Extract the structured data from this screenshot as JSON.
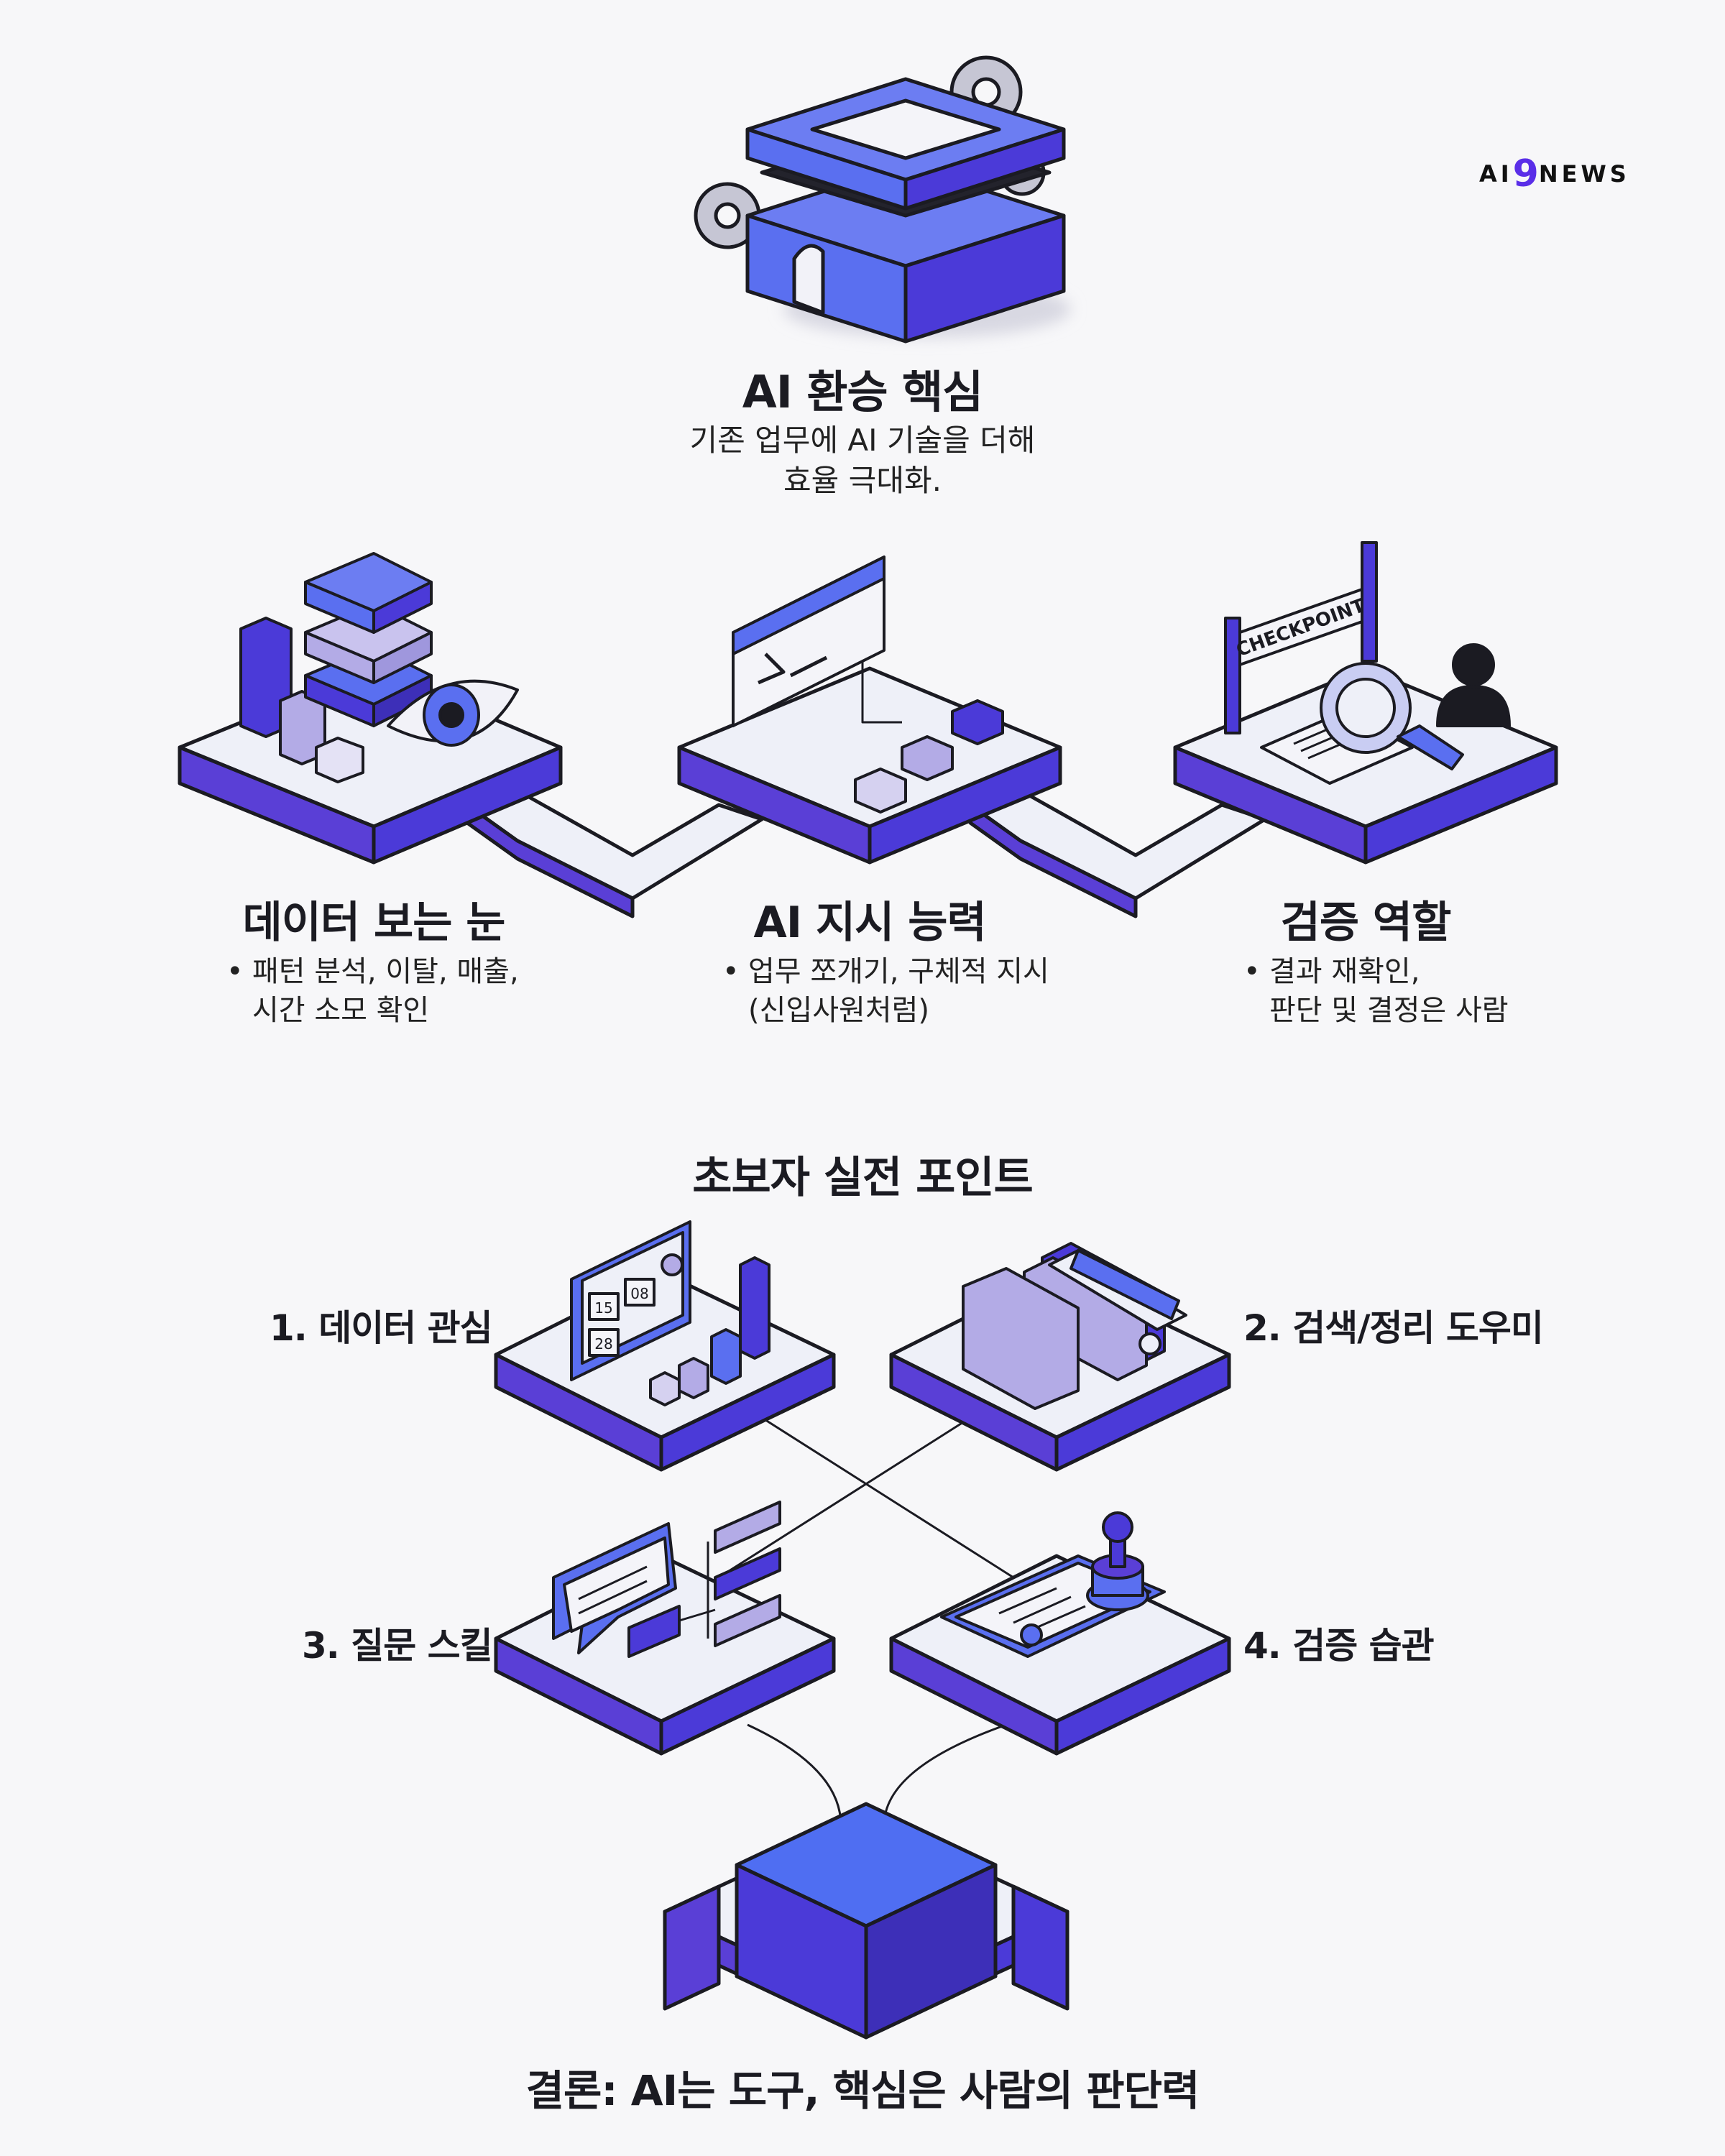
{
  "logo": {
    "a": "AI",
    "nine": "9",
    "b": "NEWS"
  },
  "hero": {
    "title": "AI 환승 핵심",
    "desc_line1": "기존 업무에 AI 기술을 더해",
    "desc_line2": "효율 극대화."
  },
  "checkpoint_sign": "CHECKPOINT",
  "pillars": [
    {
      "title": "데이터 보는 눈",
      "line1": "패턴 분석, 이탈, 매출,",
      "line2": "시간 소모 확인"
    },
    {
      "title": "AI 지시 능력",
      "line1": "업무 쪼개기, 구체적 지시",
      "line2": "(신입사원처럼)"
    },
    {
      "title": "검증 역할",
      "line1": "결과 재확인,",
      "line2": "판단 및 결정은 사람"
    }
  ],
  "bullet_glyph": "•",
  "practice": {
    "heading": "초보자 실전 포인트",
    "points": [
      "1. 데이터 관심",
      "2. 검색/정리 도우미",
      "3. 질문 스킬",
      "4. 검증 습관"
    ]
  },
  "calendar_nums": [
    "15",
    "08",
    "28"
  ],
  "conclusion": "결론: AI는 도구, 핵심은 사람의 판단력",
  "colors": {
    "blue": "#5a6ff0",
    "purple": "#4b3ad8",
    "lavender": "#b3abe6",
    "platform": "#eef0f8",
    "ink": "#1b1b22"
  }
}
